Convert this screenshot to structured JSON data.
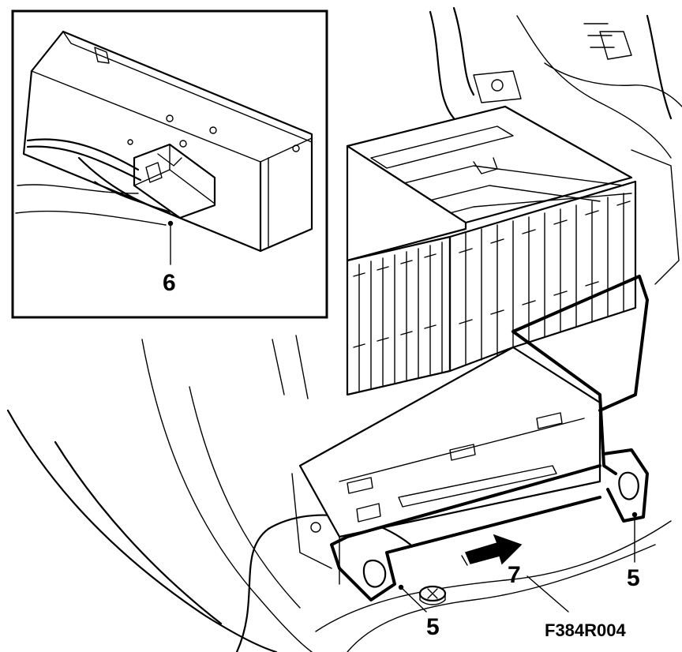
{
  "figure_code": "F384R004",
  "callouts": {
    "connector": "6",
    "bracket_left": "5",
    "bracket_right": "5",
    "direction": "7"
  }
}
